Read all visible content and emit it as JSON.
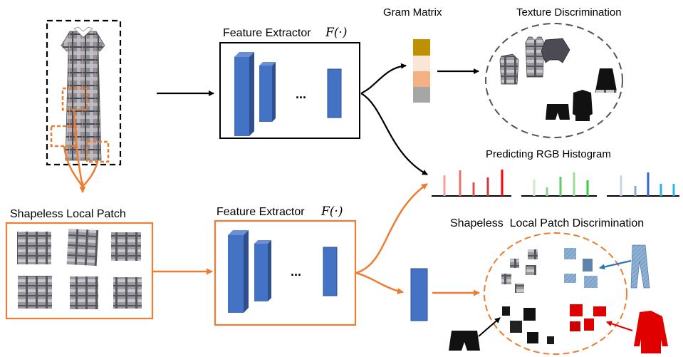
{
  "labels": {
    "gram_matrix": "Gram Matrix",
    "texture_discrimination": "Texture Discrimination",
    "feature_extractor_top": "Feature Extractor",
    "feature_extractor_bottom": "Feature Extractor",
    "function_notation": "F(·)",
    "predicting_rgb_histogram": "Predicting RGB Histogram",
    "shapeless_local_patch": "Shapeless Local Patch",
    "shapeless_patch_discrimination": "Shapeless  Local Patch Discrimination",
    "ellipsis": "..."
  },
  "colors": {
    "orange": "#ED7D31",
    "blue_block": "#4472C4",
    "blue_block_dark": "#2F4F8F",
    "black": "#000000",
    "gram_cells": [
      "#BF9000",
      "#FBE5D6",
      "#F4B183",
      "#A6A6A6"
    ],
    "hist_red": "#FF0000",
    "hist_green": "#33CC33",
    "hist_blue": "#3366CC",
    "patch_red": "#E00000",
    "denim_arrow": "#2E75B6",
    "red_arrow": "#E00000"
  },
  "icons": {
    "dress": "plaid-dress-icon",
    "clothes": "clothing-items-icon",
    "patches": "fabric-patch-icon"
  }
}
